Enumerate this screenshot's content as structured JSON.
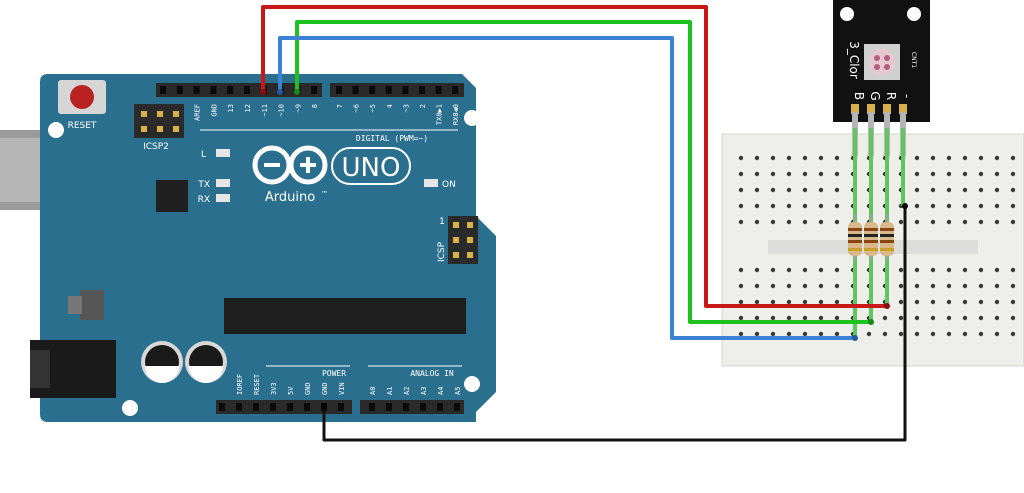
{
  "colors": {
    "board": "#2b6f8f",
    "board_dark": "#1f5570",
    "header": "#2a2a2a",
    "breadboard": "#eeeeea",
    "wire_red": "#c81818",
    "wire_green": "#1ec21e",
    "wire_blue": "#3b82d6",
    "wire_black": "#111111",
    "module": "#111111",
    "resistor": "#d9b98a",
    "reset_button": "#b82222"
  },
  "arduino": {
    "reset_label": "RESET",
    "icsp2_label": "ICSP2",
    "logo_text": "Arduino",
    "uno_text": "UNO",
    "tm_text": "™",
    "digital_label": "DIGITAL (PWM=~)",
    "top_pins": [
      "AREF",
      "GND",
      "13",
      "12",
      "~11",
      "~10",
      "~9",
      "8",
      "7",
      "~6",
      "~5",
      "4",
      "~3",
      "2",
      "TX0▶1",
      "RX0◀0"
    ],
    "led_l": "L",
    "led_tx": "TX",
    "led_rx": "RX",
    "led_on": "ON",
    "icsp_label": "ICSP",
    "icsp_pin1": "1",
    "power_label": "POWER",
    "analog_label": "ANALOG IN",
    "power_pins": [
      "IOREF",
      "RESET",
      "3V3",
      "5V",
      "GND",
      "GND",
      "VIN"
    ],
    "analog_pins": [
      "A0",
      "A1",
      "A2",
      "A3",
      "A4",
      "A5"
    ]
  },
  "module": {
    "name": "3_Clor",
    "ref": "CNT1",
    "pins": [
      "B",
      "G",
      "R",
      "-"
    ]
  },
  "icons": [
    "arduino-infinity-logo-icon",
    "rgb-led-icon",
    "mounting-hole-icon"
  ]
}
